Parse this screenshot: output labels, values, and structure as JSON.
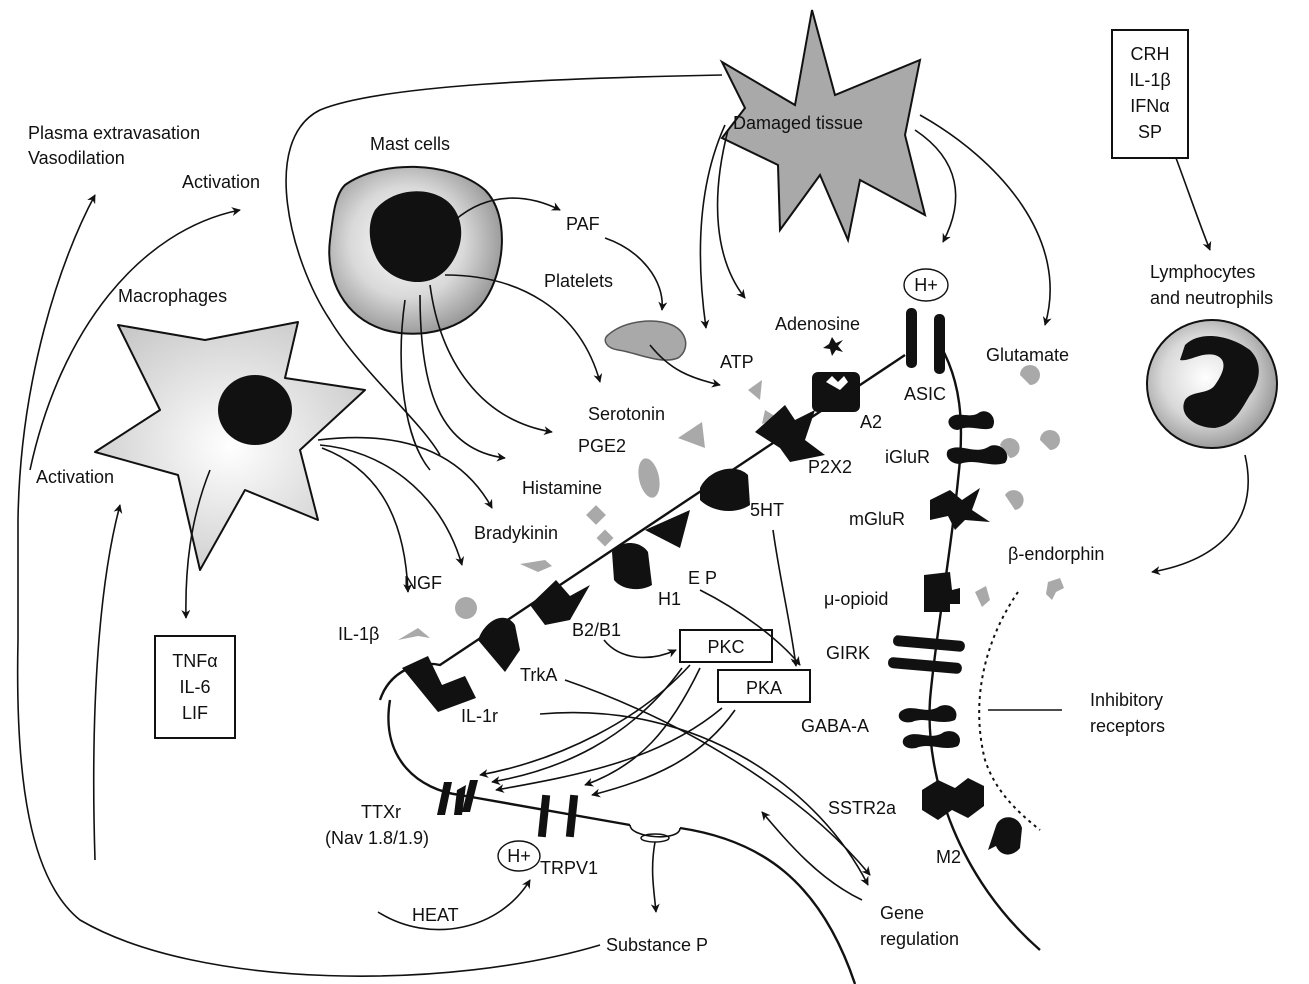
{
  "labels": {
    "plasma": "Plasma extravasation",
    "vasodilation": "Vasodilation",
    "activation_top": "Activation",
    "activation_left": "Activation",
    "mast_cells": "Mast cells",
    "macrophages": "Macrophages",
    "damaged_tissue": "Damaged tissue",
    "paf": "PAF",
    "platelets": "Platelets",
    "adenosine": "Adenosine",
    "atp": "ATP",
    "serotonin": "Serotonin",
    "pge2": "PGE2",
    "histamine": "Histamine",
    "bradykinin": "Bradykinin",
    "ngf": "NGF",
    "il1b_ligand": "IL-1β",
    "a2": "A2",
    "p2x2": "P2X2",
    "ht5": "5HT",
    "h1": "H1",
    "ep": "E P",
    "b2b1": "B2/B1",
    "trka": "TrkA",
    "il1r": "IL-1r",
    "pkc": "PKC",
    "pka": "PKA",
    "ttxr": "TTXr",
    "nav": "(Nav 1.8/1.9)",
    "h_plus_bottom": "H+",
    "trpv1": "TRPV1",
    "heat": "HEAT",
    "substance_p": "Substance P",
    "gene": "Gene",
    "regulation": "regulation",
    "h_plus_top": "H+",
    "asic": "ASIC",
    "glutamate": "Glutamate",
    "igluR": "iGluR",
    "mgluR": "mGluR",
    "mu_opioid": "μ-opioid",
    "girk": "GIRK",
    "gaba_a": "GABA-A",
    "sstr2a": "SSTR2a",
    "m2": "M2",
    "beta_endorphin": "β-endorphin",
    "inhibitory": "Inhibitory",
    "receptors": "receptors",
    "lymphocytes": "Lymphocytes",
    "neutrophils": "and neutrophils"
  },
  "macrophage_box": [
    "TNFα",
    "IL-6",
    "LIF"
  ],
  "cytokine_box": [
    "CRH",
    "IL-1β",
    "IFNα",
    "SP"
  ]
}
